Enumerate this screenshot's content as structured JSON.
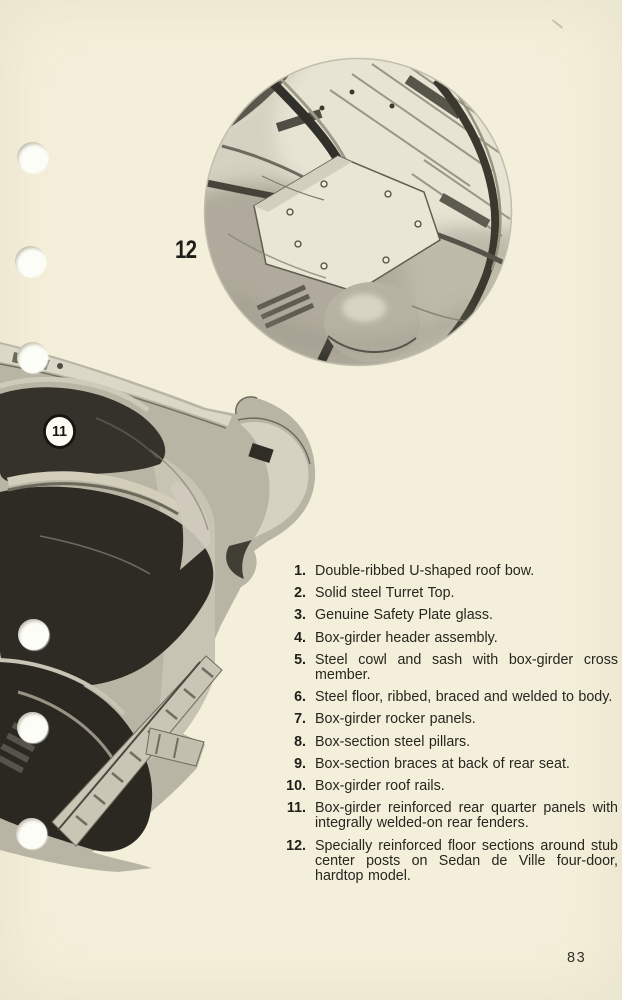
{
  "page": {
    "number": "83",
    "paper_color": "#f4efda",
    "ink_color": "#26251f"
  },
  "figures": {
    "floor_pan": {
      "label": "12",
      "description": "circular engraving of reinforced floor section underbody"
    },
    "body_cutaway": {
      "badge": "11",
      "description": "cutaway engraving of rear quarter panel and trunk structure"
    }
  },
  "hole_punches": {
    "count": 6
  },
  "feature_list": {
    "items": [
      {
        "num": "1.",
        "text": "Double-ribbed U-shaped roof bow."
      },
      {
        "num": "2.",
        "text": "Solid steel Turret Top."
      },
      {
        "num": "3.",
        "text": "Genuine Safety Plate glass."
      },
      {
        "num": "4.",
        "text": "Box-girder header assembly."
      },
      {
        "num": "5.",
        "text": "Steel cowl and sash with box-girder cross member."
      },
      {
        "num": "6.",
        "text": "Steel floor, ribbed, braced and welded to body."
      },
      {
        "num": "7.",
        "text": "Box-girder rocker panels."
      },
      {
        "num": "8.",
        "text": "Box-section steel pillars."
      },
      {
        "num": "9.",
        "text": "Box-section braces at back of rear seat."
      },
      {
        "num": "10.",
        "text": "Box-girder roof rails."
      },
      {
        "num": "11.",
        "text": "Box-girder reinforced rear quarter panels with integrally welded-on rear fenders."
      },
      {
        "num": "12.",
        "text": "Specially reinforced floor sections around stub center posts on Sedan de Ville four-door, hardtop model."
      }
    ]
  }
}
